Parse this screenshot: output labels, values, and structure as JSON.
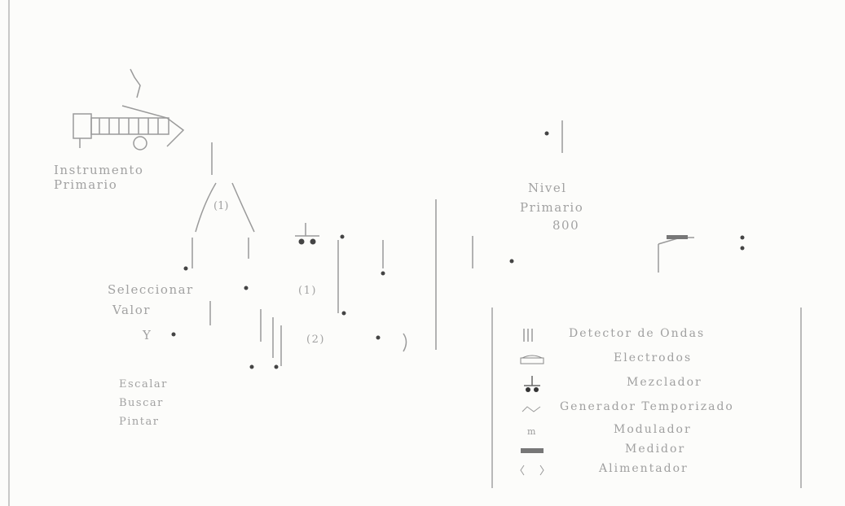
{
  "labels": {
    "instrument": "Instrumento\nPrimario",
    "section_a": [
      "Seleccionar",
      "Valor"
    ],
    "section_b": [
      "Escalar",
      "Buscar",
      "Pintar"
    ],
    "right_title": [
      "Nivel",
      "Primario"
    ],
    "right_sub": "800",
    "marker_left": "(1)",
    "marker_right": "(2)",
    "y_label": "Y"
  },
  "legend": [
    {
      "icon": "bars-icon",
      "text": "Detector de Ondas"
    },
    {
      "icon": "cylinder-icon",
      "text": "Electrodos"
    },
    {
      "icon": "ground-icon",
      "text": "Mezclador"
    },
    {
      "icon": "signal-icon",
      "text": "Generador Temporizado"
    },
    {
      "icon": "m-icon",
      "text": "Modulador"
    },
    {
      "icon": "band-icon",
      "text": "Medidor"
    },
    {
      "icon": "bracket-icon",
      "text": "Alimentador"
    }
  ]
}
